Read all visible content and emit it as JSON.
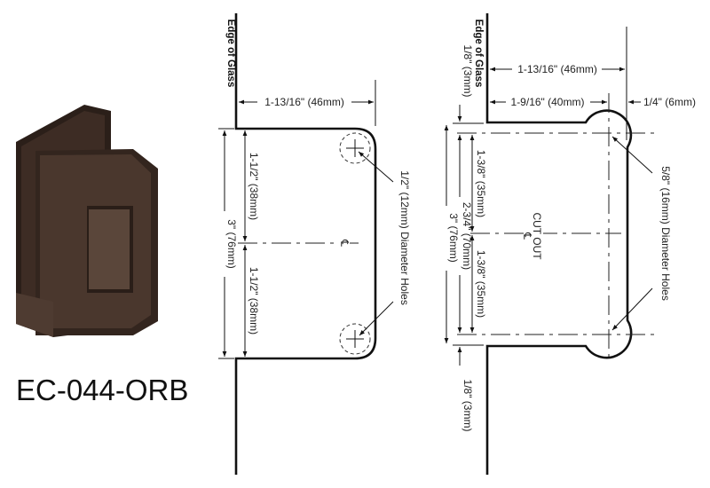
{
  "product": {
    "model": "EC-044-ORB",
    "finish_color": "#3a2a22"
  },
  "left_drawing": {
    "edge_label": "Edge of Glass",
    "width_dim": "1-13/16\" (46mm)",
    "total_height_dim": "3\" (76mm)",
    "upper_half_dim": "1-1/2\" (38mm)",
    "lower_half_dim": "1-1/2\" (38mm)",
    "centerline_symbol": "℄",
    "holes_label": "1/2\" (12mm) Diameter Holes"
  },
  "right_drawing": {
    "edge_label": "Edge of Glass",
    "width_dim": "1-13/16\" (46mm)",
    "hole_center_dim": "1-9/16\" (40mm)",
    "offset_dim": "1/4\" (6mm)",
    "top_gap_dim": "1/8\" (3mm)",
    "bottom_gap_dim": "1/8\" (3mm)",
    "total_height_dim": "3\" (76mm)",
    "hole_spacing_dim": "2-3/4\" (70mm)",
    "upper_half_dim": "1-3/8\" (35mm)",
    "lower_half_dim": "1-3/8\" (35mm)",
    "cutout_label": "CUT OUT",
    "centerline_symbol": "℄",
    "holes_label": "5/8\" (16mm) Diameter Holes"
  }
}
